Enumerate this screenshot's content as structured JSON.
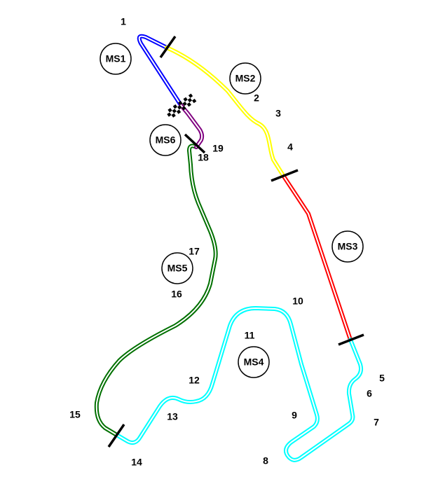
{
  "sectors": [
    {
      "label": "MS1",
      "color": "#0000ff"
    },
    {
      "label": "MS2",
      "color": "#ffff00"
    },
    {
      "label": "MS3",
      "color": "#ff0000"
    },
    {
      "label": "MS4",
      "color": "#00ffff"
    },
    {
      "label": "MS5",
      "color": "#007000"
    },
    {
      "label": "MS6",
      "color": "#800080"
    }
  ],
  "turns": [
    "1",
    "2",
    "3",
    "4",
    "5",
    "6",
    "7",
    "8",
    "9",
    "10",
    "11",
    "12",
    "13",
    "14",
    "15",
    "16",
    "17",
    "18",
    "19"
  ],
  "finish_icon": "checkered-flag-icon"
}
